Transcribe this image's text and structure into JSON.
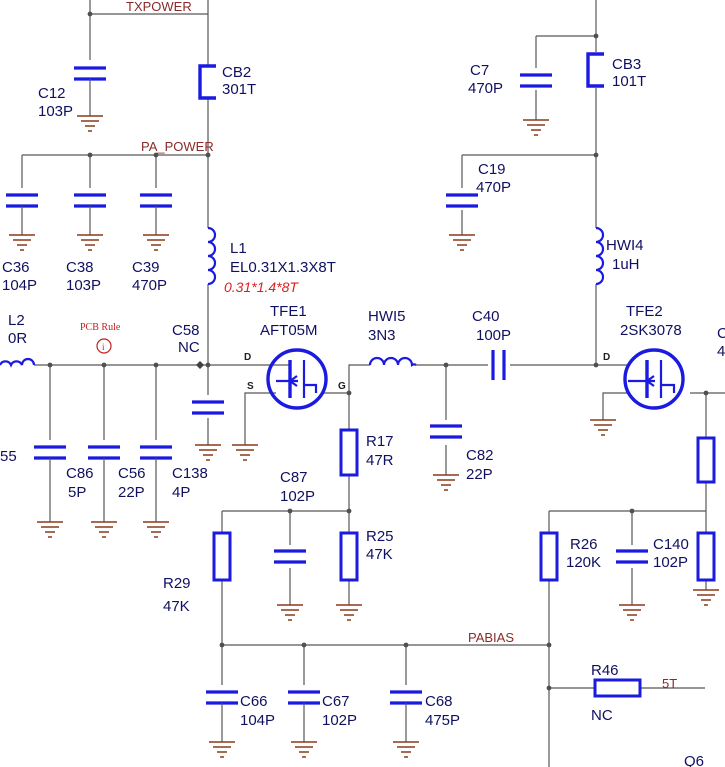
{
  "nets": {
    "txpower": "TXPOWER",
    "pa_power": "PA_POWER",
    "pabias": "PABIAS",
    "five_t": "5T"
  },
  "pcb_rule": {
    "label": "PCB Rule",
    "mark": "i"
  },
  "components": {
    "C12": {
      "ref": "C12",
      "value": "103P"
    },
    "CB2": {
      "ref": "CB2",
      "value": "301T"
    },
    "C36": {
      "ref": "C36",
      "value": "104P"
    },
    "C38": {
      "ref": "C38",
      "value": "103P"
    },
    "C39": {
      "ref": "C39",
      "value": "470P"
    },
    "L1": {
      "ref": "L1",
      "value": "EL0.31X1.3X8T",
      "note": "0.31*1.4*8T"
    },
    "L2": {
      "ref": "L2",
      "value": "0R"
    },
    "C58": {
      "ref": "C58",
      "value": "NC"
    },
    "TFE1": {
      "ref": "TFE1",
      "value": "AFT05M"
    },
    "HWI5": {
      "ref": "HWI5",
      "value": "3N3"
    },
    "C40": {
      "ref": "C40",
      "value": "100P"
    },
    "TFE2": {
      "ref": "TFE2",
      "value": "2SK3078"
    },
    "C7": {
      "ref": "C7",
      "value": "470P"
    },
    "CB3": {
      "ref": "CB3",
      "value": "101T"
    },
    "C19": {
      "ref": "C19",
      "value": "470P"
    },
    "HWI4": {
      "ref": "HWI4",
      "value": "1uH"
    },
    "C86": {
      "ref": "C86",
      "value": "5P"
    },
    "C56": {
      "ref": "C56",
      "value": "22P"
    },
    "C138": {
      "ref": "C138",
      "value": "4P"
    },
    "R17": {
      "ref": "R17",
      "value": "47R"
    },
    "C82": {
      "ref": "C82",
      "value": "22P"
    },
    "C87": {
      "ref": "C87",
      "value": "102P"
    },
    "R25": {
      "ref": "R25",
      "value": "47K"
    },
    "R29": {
      "ref": "R29",
      "value": "47K"
    },
    "R26": {
      "ref": "R26",
      "value": "120K"
    },
    "C140": {
      "ref": "C140",
      "value": "102P"
    },
    "C66": {
      "ref": "C66",
      "value": "104P"
    },
    "C67": {
      "ref": "C67",
      "value": "102P"
    },
    "C68": {
      "ref": "C68",
      "value": "475P"
    },
    "R46": {
      "ref": "R46",
      "value": "NC"
    },
    "Q6": {
      "ref": "Q6"
    }
  },
  "fragments": {
    "left_cut": "55",
    "right_cut_c": "C",
    "right_cut_4": "4"
  },
  "pins": {
    "drain": "D",
    "source": "S",
    "gate": "G"
  },
  "colors": {
    "wire": "#585858",
    "component": "#1a1ae0",
    "ground": "#8a3818",
    "label": "#101060",
    "net_label": "#8a2a2a",
    "annotation": "#e02020"
  }
}
